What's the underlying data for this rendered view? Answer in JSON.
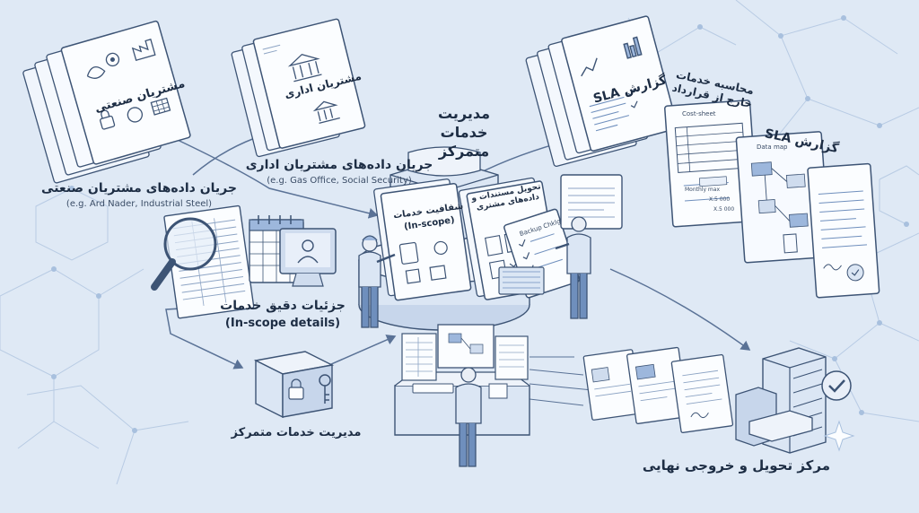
{
  "labels": {
    "industrial_flow": "جریان داده‌های مشتریان صنعتی",
    "industrial_examples": "(e.g. Ard Nader, Industrial Steel)",
    "admin_flow": "جریان داده‌های مشتریان اداری",
    "admin_examples": "(e.g. Gas Office, Social Security)",
    "center_title": "مدیریت خدمات متمرکز",
    "details": "جزئیات دقیق خدمات",
    "details_sub": "(In-scope details)",
    "archive": "مدیریت خدمات متمرکز",
    "delivery": "مرکز تحویل و خروجی نهایی",
    "external_calc": "محاسبه خدمات خارج از قرارداد",
    "sla_report": "گزارش SLA"
  },
  "docs": {
    "industrial": "مشتریان صنعتی",
    "admin": "مشتریان اداری",
    "sla_front": "گزارش SLA",
    "cost_sheet": "Cost-sheet",
    "data_map": "Data map",
    "monthly": "Monthly max",
    "monthly_val": "X.5 000",
    "monthly_val2": "X.5 000"
  },
  "panels": {
    "transparency": "شفافیت خدمات",
    "transparency_sub": "(In-scope)",
    "documents": "تحویل مستندات و داده‌های مشتری",
    "backup": "Backup Chklg"
  },
  "icons": [
    "factory-icon",
    "gear-icon",
    "bank-icon",
    "lock-icon",
    "magnifier-icon",
    "calendar-icon",
    "user-monitor-icon",
    "box-icon",
    "key-icon",
    "server-icon",
    "checkmark-icon",
    "sparkle-icon",
    "chart-icon"
  ],
  "colors": {
    "background": "#dfe9f5",
    "ink": "#1d2d44",
    "line": "#5a7296",
    "paper": "#f7faff",
    "accent": "#9db7dc",
    "accent_dark": "#6f8fbd"
  }
}
